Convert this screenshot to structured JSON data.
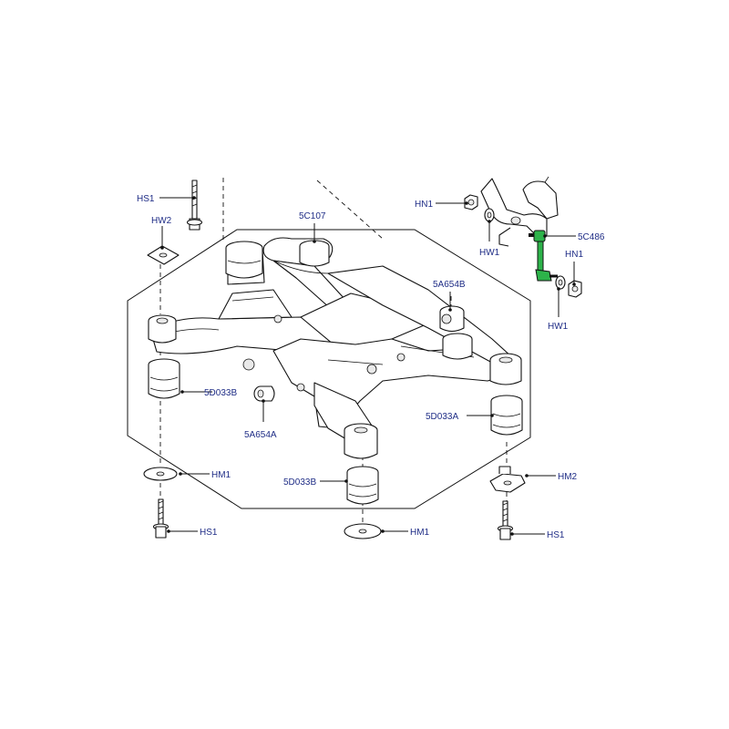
{
  "diagram": {
    "highlight_color": "#2db34a",
    "label_color": "#1f2d86",
    "labels": {
      "hs1_top": "HS1",
      "hw2": "HW2",
      "c107": "5C107",
      "hn1_left": "HN1",
      "hw1_left": "HW1",
      "c486": "5C486",
      "hn1_right": "HN1",
      "hw1_right": "HW1",
      "a654b": "5A654B",
      "d033b_left": "5D033B",
      "a654a": "5A654A",
      "d033a": "5D033A",
      "hm1_left": "HM1",
      "hm2": "HM2",
      "d033b_bottom": "5D033B",
      "hs1_left": "HS1",
      "hm1_bottom": "HM1",
      "hs1_right": "HS1"
    }
  }
}
